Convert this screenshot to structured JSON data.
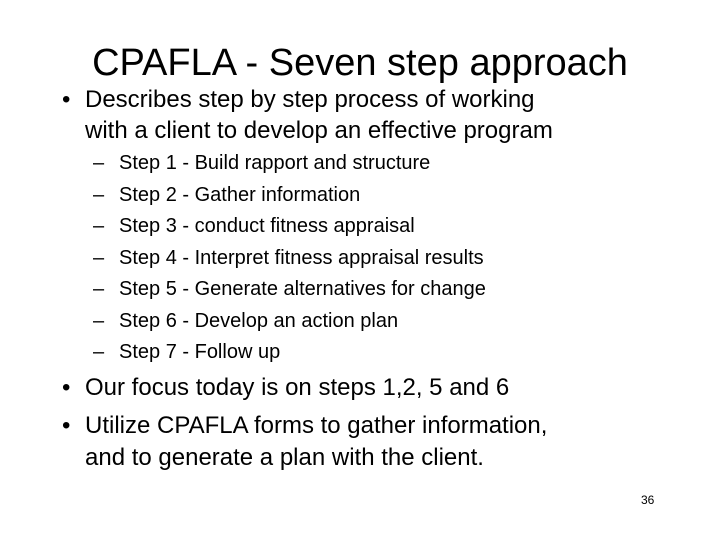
{
  "slide": {
    "title": "CPAFLA - Seven step approach",
    "markers": {
      "level1": "•",
      "level2": "–"
    },
    "intro_bullet": {
      "lines": [
        "Describes step by step process of working",
        "with a client to develop an effective program"
      ]
    },
    "steps": [
      "Step 1 - Build rapport and structure",
      "Step 2 - Gather information",
      "Step 3 - conduct fitness appraisal",
      "Step 4 - Interpret fitness appraisal results",
      "Step 5 - Generate alternatives for change",
      "Step 6 - Develop an action plan",
      "Step 7 - Follow up"
    ],
    "focus_bullet": "Our focus today is on steps 1,2, 5 and 6",
    "utilize_bullet": {
      "lines": [
        "Utilize CPAFLA forms to gather information,",
        "and to generate a plan with the client."
      ]
    },
    "page_number": "36",
    "colors": {
      "background": "#ffffff",
      "text": "#000000"
    }
  }
}
